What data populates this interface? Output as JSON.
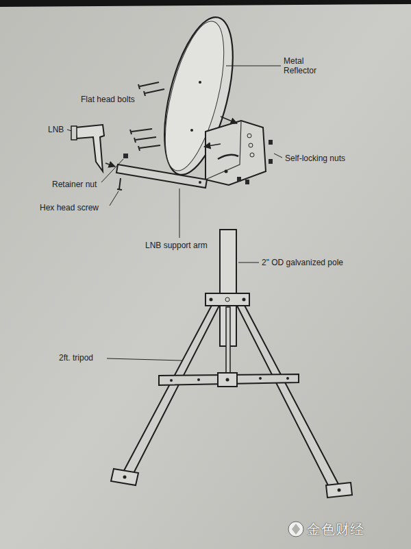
{
  "diagram": {
    "labels": [
      "Metal Reflector",
      "Flat head bolts",
      "LNB",
      "Self-locking nuts",
      "Retainer nut",
      "Hex head screw",
      "LNB support arm",
      "2\" OD galvanized pole",
      "2ft. tripod",
      "金色财经"
    ]
  }
}
